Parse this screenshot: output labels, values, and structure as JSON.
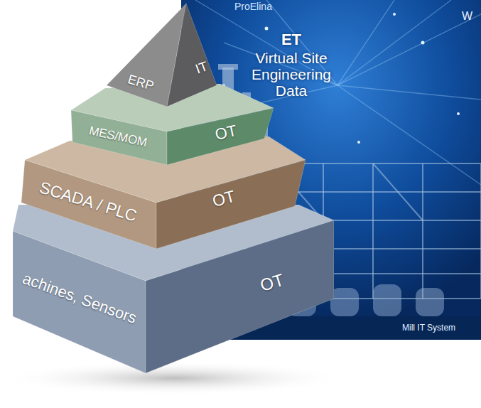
{
  "diagram": {
    "nodes": [
      {
        "text": [
          "ERP",
          "IT"
        ]
      },
      {
        "text": [
          "MES/MOM",
          "OT"
        ]
      },
      {
        "text": [
          "SCADA / PLC",
          "OT"
        ]
      },
      {
        "text": [
          "achines, Sensors",
          "OT"
        ]
      },
      {
        "text": [
          "ET",
          "Virtual Site Engineering Data"
        ]
      }
    ],
    "labels": [
      "ProElina",
      "W",
      "Mill IT System"
    ]
  }
}
